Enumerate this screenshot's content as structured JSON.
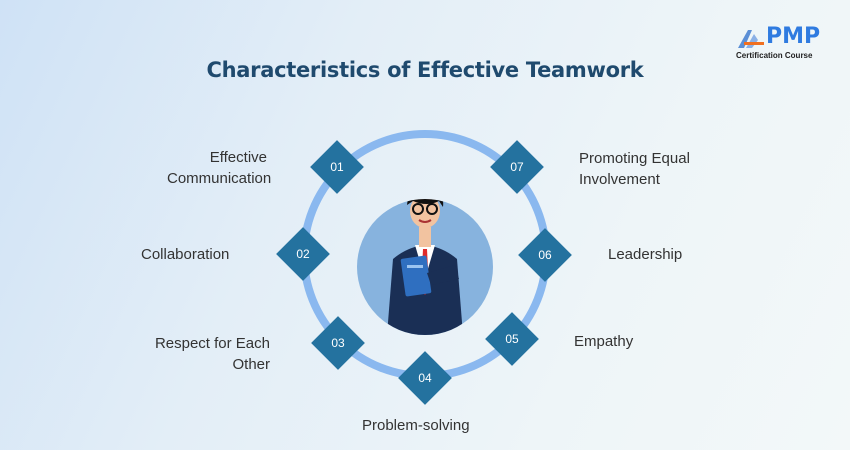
{
  "title": "Characteristics of Effective Teamwork",
  "logo": {
    "brand": "PMP",
    "subtitle": "Certification Course"
  },
  "items": [
    {
      "num": "01",
      "label": "Effective Communication"
    },
    {
      "num": "02",
      "label": "Collaboration"
    },
    {
      "num": "03",
      "label": "Respect for Each Other"
    },
    {
      "num": "04",
      "label": "Problem-solving"
    },
    {
      "num": "05",
      "label": "Empathy"
    },
    {
      "num": "06",
      "label": "Leadership"
    },
    {
      "num": "07",
      "label": "Promoting Equal Involvement"
    }
  ],
  "colors": {
    "title": "#1f4a6e",
    "diamond": "#24729f",
    "ring": "#8ab8ef",
    "center": "#87b3de"
  }
}
